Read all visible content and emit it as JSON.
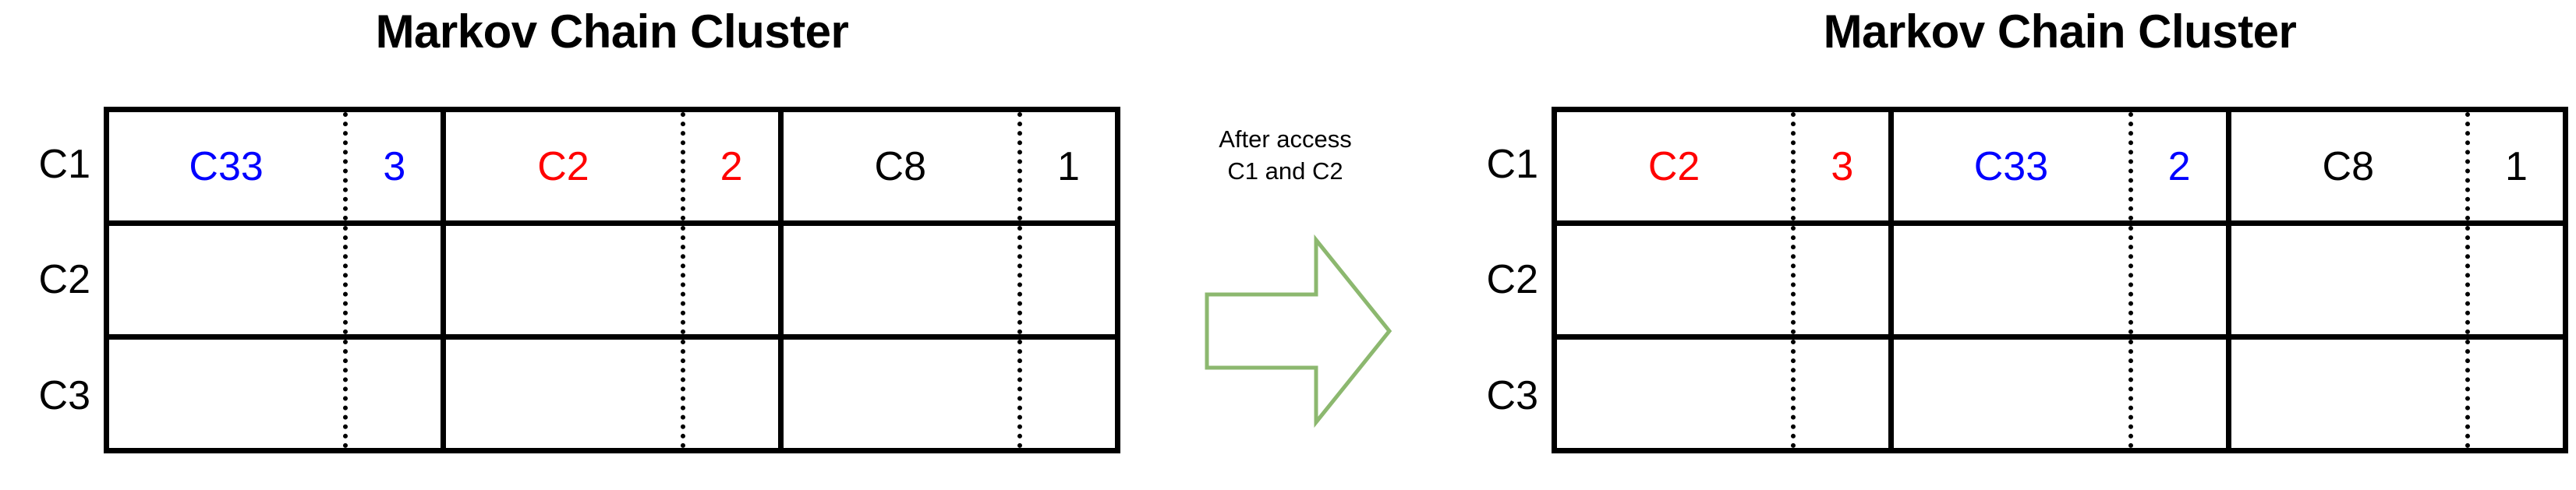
{
  "colors": {
    "blue": "#0000FF",
    "red": "#FF0000",
    "black": "#000000",
    "arrow_outline": "#8CB86F",
    "border": "#000000",
    "background": "#FFFFFF"
  },
  "panels": [
    {
      "id": "before",
      "title": "Markov Chain Cluster",
      "row_labels": [
        "C1",
        "C2",
        "C3"
      ],
      "rows": [
        {
          "label": "C1",
          "pairs": [
            {
              "name": "C33",
              "count": "3",
              "color": "#0000FF"
            },
            {
              "name": "C2",
              "count": "2",
              "color": "#FF0000"
            },
            {
              "name": "C8",
              "count": "1",
              "color": "#000000"
            }
          ]
        },
        {
          "label": "C2",
          "pairs": [
            {
              "name": "",
              "count": "",
              "color": "#000000"
            },
            {
              "name": "",
              "count": "",
              "color": "#000000"
            },
            {
              "name": "",
              "count": "",
              "color": "#000000"
            }
          ]
        },
        {
          "label": "C3",
          "pairs": [
            {
              "name": "",
              "count": "",
              "color": "#000000"
            },
            {
              "name": "",
              "count": "",
              "color": "#000000"
            },
            {
              "name": "",
              "count": "",
              "color": "#000000"
            }
          ]
        }
      ]
    },
    {
      "id": "after",
      "title": "Markov Chain Cluster",
      "row_labels": [
        "C1",
        "C2",
        "C3"
      ],
      "rows": [
        {
          "label": "C1",
          "pairs": [
            {
              "name": "C2",
              "count": "3",
              "color": "#FF0000"
            },
            {
              "name": "C33",
              "count": "2",
              "color": "#0000FF"
            },
            {
              "name": "C8",
              "count": "1",
              "color": "#000000"
            }
          ]
        },
        {
          "label": "C2",
          "pairs": [
            {
              "name": "",
              "count": "",
              "color": "#000000"
            },
            {
              "name": "",
              "count": "",
              "color": "#000000"
            },
            {
              "name": "",
              "count": "",
              "color": "#000000"
            }
          ]
        },
        {
          "label": "C3",
          "pairs": [
            {
              "name": "",
              "count": "",
              "color": "#000000"
            },
            {
              "name": "",
              "count": "",
              "color": "#000000"
            },
            {
              "name": "",
              "count": "",
              "color": "#000000"
            }
          ]
        }
      ]
    }
  ],
  "transition": {
    "caption_line1": "After access",
    "caption_line2": "C1 and C2",
    "arrow_icon": "right-block-arrow-icon"
  }
}
